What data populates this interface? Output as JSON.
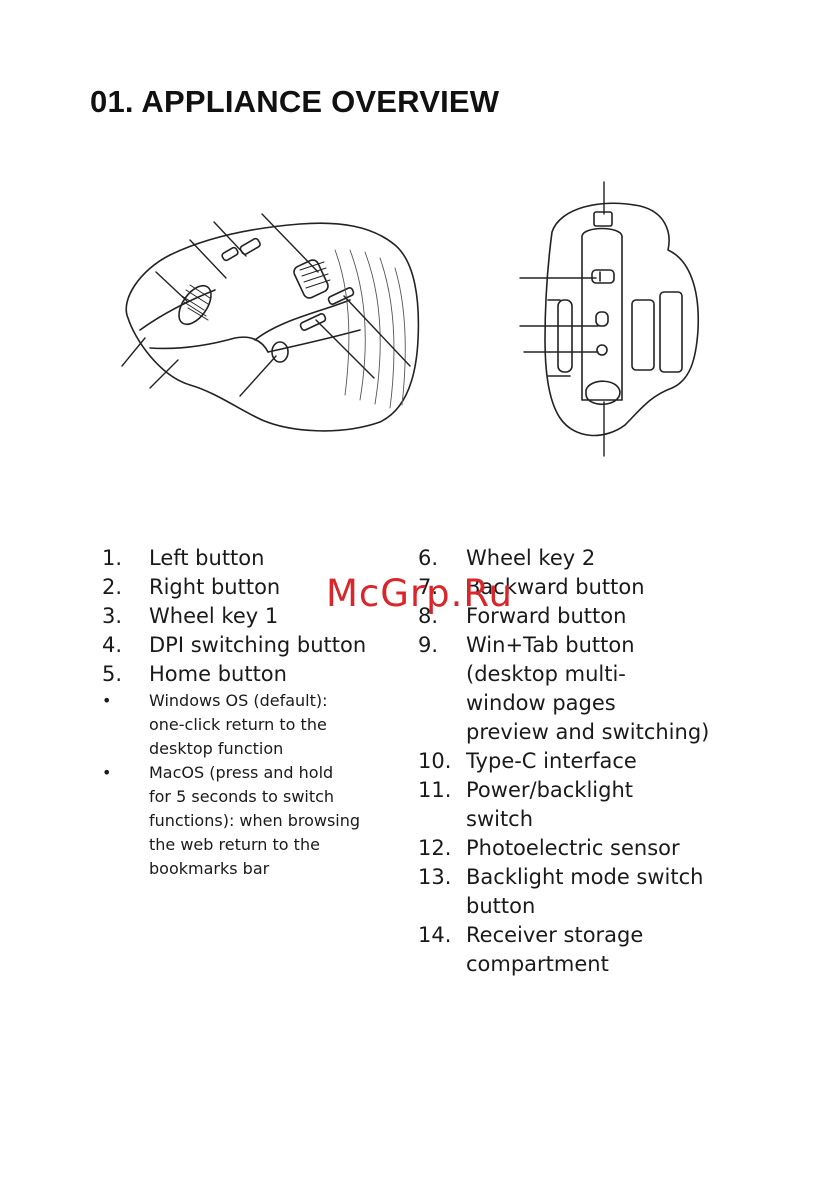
{
  "header": {
    "title": "01. APPLIANCE OVERVIEW"
  },
  "watermark": {
    "text": "McGrp.Ru",
    "color": "#d9262b"
  },
  "left_list": [
    {
      "n": "1.",
      "label": "Left button"
    },
    {
      "n": "2.",
      "label": "Right button"
    },
    {
      "n": "3.",
      "label": "Wheel key 1"
    },
    {
      "n": "4.",
      "label": "DPI switching button"
    },
    {
      "n": "5.",
      "label": "Home button"
    }
  ],
  "bullets": [
    {
      "dot": "•",
      "lines": [
        "Windows OS (default):",
        "one-click return to the",
        "desktop function"
      ]
    },
    {
      "dot": "•",
      "lines": [
        "MacOS (press and hold",
        "for 5 seconds to switch",
        "functions): when browsing",
        "the web return to the",
        "bookmarks bar"
      ]
    }
  ],
  "right_list": [
    {
      "n": "6.",
      "lines": [
        "Wheel key 2"
      ]
    },
    {
      "n": "7.",
      "lines": [
        "Backward button"
      ]
    },
    {
      "n": "8.",
      "lines": [
        "Forward button"
      ]
    },
    {
      "n": "9.",
      "lines": [
        "Win+Tab button",
        "(desktop multi-",
        "window pages",
        "preview and switching)"
      ]
    },
    {
      "n": "10.",
      "lines": [
        "Type-C interface"
      ]
    },
    {
      "n": "11.",
      "lines": [
        "Power/backlight",
        "switch"
      ]
    },
    {
      "n": "12.",
      "lines": [
        "Photoelectric sensor"
      ]
    },
    {
      "n": "13.",
      "lines": [
        "Backlight mode switch",
        "button"
      ]
    },
    {
      "n": "14.",
      "lines": [
        "Receiver storage",
        "compartment"
      ]
    }
  ],
  "icons": {
    "mouse_top": "mouse-top-view-illustration",
    "mouse_bottom": "mouse-bottom-view-illustration"
  }
}
